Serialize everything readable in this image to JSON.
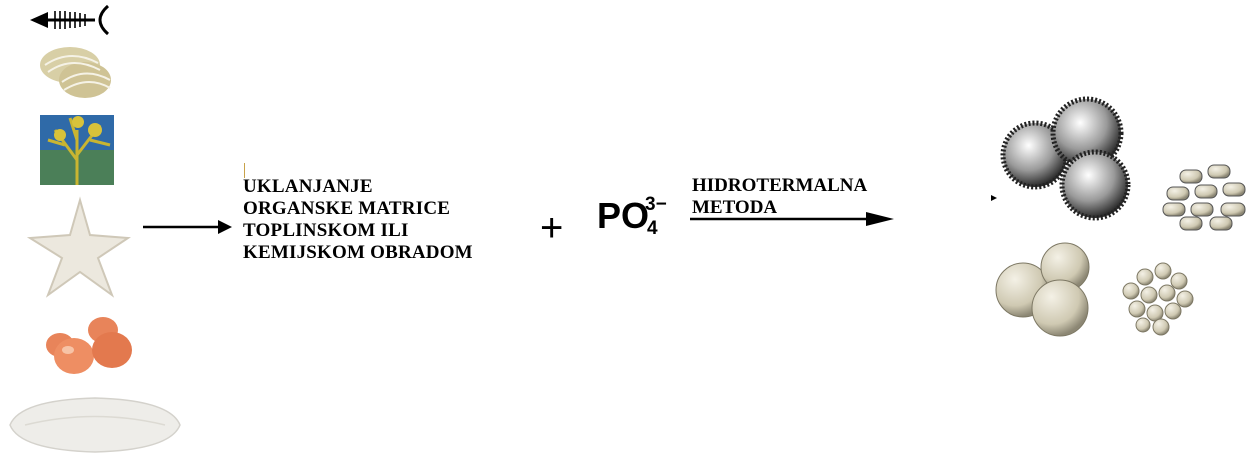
{
  "process": {
    "step1_lines": [
      "UKLANJANJE",
      "ORGANSKE MATRICE",
      "TOPLINSKOM ILI",
      "KEMIJSKOM OBRADOM"
    ],
    "plus": "+",
    "phosphate": {
      "base": "PO",
      "subscript": "4",
      "superscript": "3−"
    },
    "method_lines": [
      "HIDROTERMALNA",
      "METODA"
    ]
  },
  "sources": {
    "icons": [
      "fish-bone-icon",
      "seashells-icon",
      "coral-icon",
      "starfish-icon",
      "eggs-icon",
      "cuttlebone-icon"
    ]
  },
  "products": {
    "icons": [
      "spiky-microspheres-icon",
      "rod-particles-icon",
      "smooth-spheres-icon",
      "small-spheres-cluster-icon"
    ]
  },
  "colors": {
    "text": "#000000",
    "particle": "#ddd8c4",
    "egg": "#e8845a"
  }
}
